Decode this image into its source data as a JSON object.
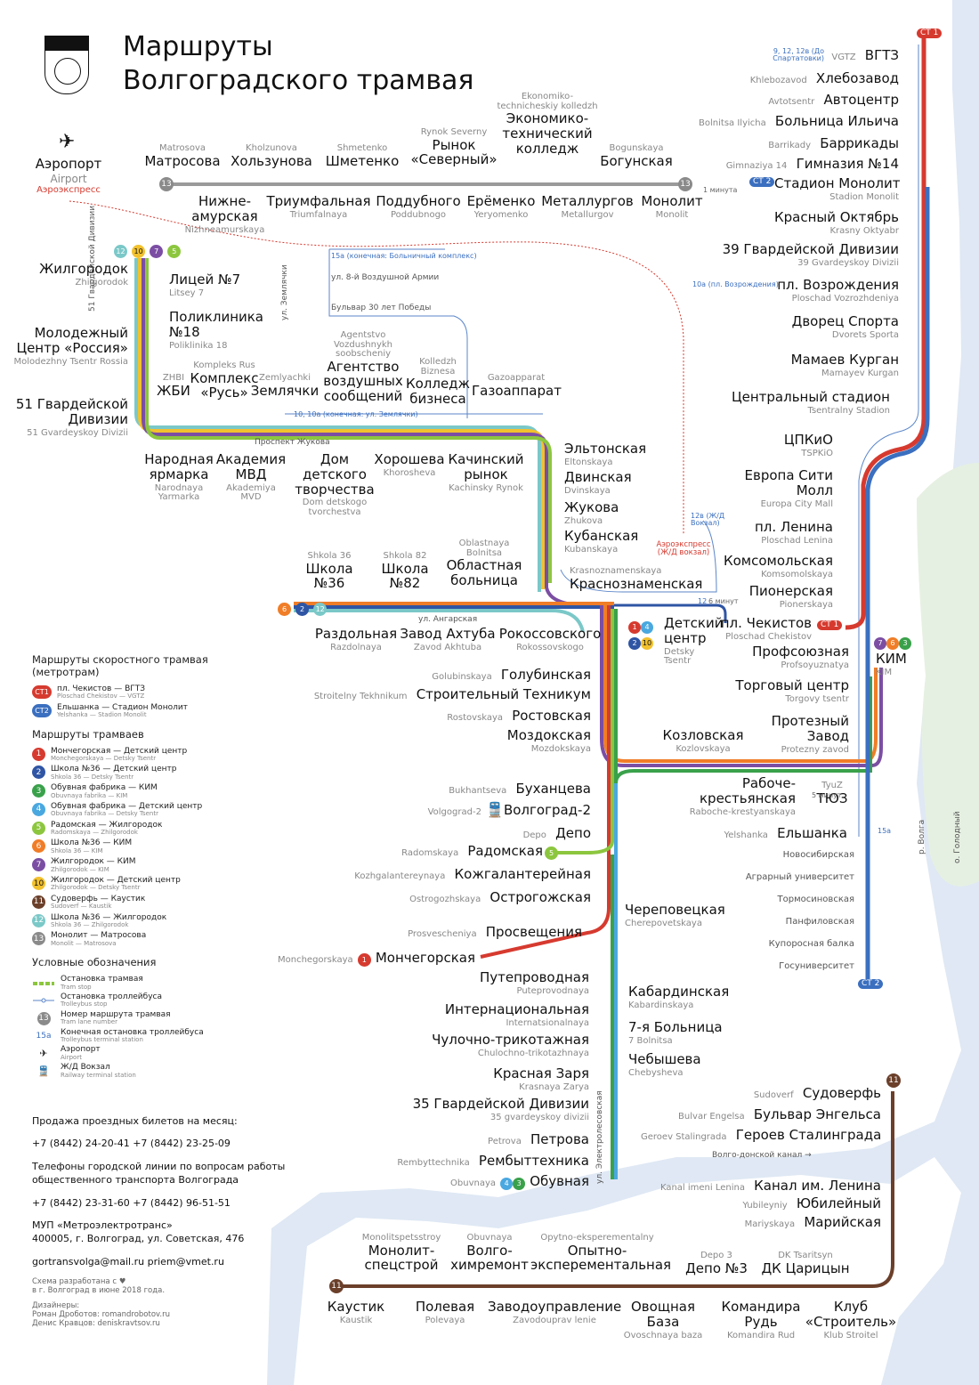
{
  "title": {
    "line1": "Маршруты",
    "line2": "Волгоградского трамвая"
  },
  "colors": {
    "r1": "#d63a2f",
    "r2": "#2f55a4",
    "r3": "#3aa14b",
    "r4": "#4aa8e0",
    "r5": "#8cc63f",
    "r6": "#f07d27",
    "r7": "#7b4ea3",
    "r10": "#f2c12e",
    "r11": "#6b3f2a",
    "r12": "#7bc8c8",
    "r13": "#8a8a8a",
    "ct1": "#d63a2f",
    "ct2": "#3b6fbf",
    "trolley": "#5b86c9",
    "river": "#dfe8f4",
    "airexp": "#d63a2f"
  },
  "airport": {
    "name": "Аэропорт",
    "lat": "Airport",
    "express": "Аэроэкспресс"
  },
  "stations": [
    {
      "id": "matrosova",
      "name": "Матросова",
      "lat": "Matrosova"
    },
    {
      "id": "kholzunova",
      "name": "Хользунова",
      "lat": "Kholzunova"
    },
    {
      "id": "shmetenko",
      "name": "Шметенко",
      "lat": "Shmetenko"
    },
    {
      "id": "rynok",
      "name": "Рынок «Северный»",
      "lat": "Rynok Severny"
    },
    {
      "id": "ekonom",
      "name": "Экономико-технический колледж",
      "lat": "Ekonomiko-technicheskiy kolledzh"
    },
    {
      "id": "bogunskaya",
      "name": "Богунская",
      "lat": "Bogunskaya"
    },
    {
      "id": "nizhne",
      "name": "Нижне-амурская",
      "lat": "Nizhneamurskaya"
    },
    {
      "id": "triumf",
      "name": "Триумфальная",
      "lat": "Triumfalnaya"
    },
    {
      "id": "poddub",
      "name": "Поддубного",
      "lat": "Poddubnogo"
    },
    {
      "id": "yerem",
      "name": "Ерёменко",
      "lat": "Yeryomenko"
    },
    {
      "id": "metall",
      "name": "Металлургов",
      "lat": "Metallurgov"
    },
    {
      "id": "monolit",
      "name": "Монолит",
      "lat": "Monolit"
    },
    {
      "id": "zhilgorodok",
      "name": "Жилгородок",
      "lat": "Zhilgorodok"
    },
    {
      "id": "litsey",
      "name": "Лицей №7",
      "lat": "Litsey 7"
    },
    {
      "id": "poliklin",
      "name": "Поликлиника №18",
      "lat": "Poliklinika 18"
    },
    {
      "id": "molod",
      "name": "Молодежный Центр «Россия»",
      "lat": "Molodezhny Tsentr Rossia"
    },
    {
      "id": "gv51",
      "name": "51 Гвардейской Дивизии",
      "lat": "51 Gvardeyskoy Divizii"
    },
    {
      "id": "zhbi",
      "name": "ЖБИ",
      "lat": "ZHBI"
    },
    {
      "id": "rus",
      "name": "Комплекс «Русь»",
      "lat": "Kompleks Rus"
    },
    {
      "id": "zemlyachki",
      "name": "Землячки",
      "lat": "Zemlyachki"
    },
    {
      "id": "agentstvo",
      "name": "Агентство воздушных сообщений",
      "lat": "Agentstvo Vozdushnykh soobscheniy"
    },
    {
      "id": "kolledzh",
      "name": "Колледж бизнеса",
      "lat": "Kolledzh Biznesa"
    },
    {
      "id": "gazo",
      "name": "Газоаппарат",
      "lat": "Gazoapparat"
    },
    {
      "id": "narod",
      "name": "Народная ярмарка",
      "lat": "Narodnaya Yarmarka"
    },
    {
      "id": "akad",
      "name": "Академия МВД",
      "lat": "Akademiya MVD"
    },
    {
      "id": "dom",
      "name": "Дом детского творчества",
      "lat": "Dom detskogo tvorchestva"
    },
    {
      "id": "khorosheva",
      "name": "Хорошева",
      "lat": "Khorosheva"
    },
    {
      "id": "kachin",
      "name": "Качинский рынок",
      "lat": "Kachinsky Rynok"
    },
    {
      "id": "elton",
      "name": "Эльтонская",
      "lat": "Eltonskaya"
    },
    {
      "id": "dvin",
      "name": "Двинская",
      "lat": "Dvinskaya"
    },
    {
      "id": "zhukova",
      "name": "Жукова",
      "lat": "Zhukova"
    },
    {
      "id": "kuban",
      "name": "Кубанская",
      "lat": "Kubanskaya"
    },
    {
      "id": "krasnozn",
      "name": "Краснознаменская",
      "lat": "Krasnoznamenskaya"
    },
    {
      "id": "shk36",
      "name": "Школа №36",
      "lat": "Shkola 36"
    },
    {
      "id": "shk82",
      "name": "Школа №82",
      "lat": "Shkola 82"
    },
    {
      "id": "oblast",
      "name": "Областная больница",
      "lat": "Oblastnaya Bolnitsa"
    },
    {
      "id": "razdol",
      "name": "Раздольная",
      "lat": "Razdolnaya"
    },
    {
      "id": "akhtuba",
      "name": "Завод Ахтуба",
      "lat": "Zavod Akhtuba"
    },
    {
      "id": "rokoss",
      "name": "Рокоссовского",
      "lat": "Rokossovskogo"
    },
    {
      "id": "detsky",
      "name": "Детский центр",
      "lat": "Detsky Tsentr"
    },
    {
      "id": "golub",
      "name": "Голубинская",
      "lat": "Golubinskaya"
    },
    {
      "id": "stroit",
      "name": "Строительный Техникум",
      "lat": "Stroitelny Tekhnikum"
    },
    {
      "id": "rostov",
      "name": "Ростовская",
      "lat": "Rostovskaya"
    },
    {
      "id": "mozdok",
      "name": "Моздокская",
      "lat": "Mozdokskaya"
    },
    {
      "id": "kozlov",
      "name": "Козловская",
      "lat": "Kozlovskaya"
    },
    {
      "id": "bukhan",
      "name": "Буханцева",
      "lat": "Bukhantseva"
    },
    {
      "id": "volg2",
      "name": "Волгоград-2",
      "lat": "Volgograd-2"
    },
    {
      "id": "depo",
      "name": "Депо",
      "lat": "Depo"
    },
    {
      "id": "radom",
      "name": "Радомская",
      "lat": "Radomskaya"
    },
    {
      "id": "kozh",
      "name": "Кожгалантерейная",
      "lat": "Kozhgalantereynaya"
    },
    {
      "id": "ostrog",
      "name": "Острогожская",
      "lat": "Ostrogozhskaya"
    },
    {
      "id": "cherep",
      "name": "Череповецкая",
      "lat": "Cherepovetskaya"
    },
    {
      "id": "prosv",
      "name": "Просвещения",
      "lat": "Prosvescheniya"
    },
    {
      "id": "monch",
      "name": "Мончегорская",
      "lat": "Monchegorskaya"
    },
    {
      "id": "puteprov",
      "name": "Путепроводная",
      "lat": "Puteprovodnaya"
    },
    {
      "id": "internat",
      "name": "Интернациональная",
      "lat": "Internatsionalnaya"
    },
    {
      "id": "chulok",
      "name": "Чулочно-трикотажная",
      "lat": "Chulochno-trikotazhnaya"
    },
    {
      "id": "krzarya",
      "name": "Красная Заря",
      "lat": "Krasnaya Zarya"
    },
    {
      "id": "gv35",
      "name": "35 Гвардейской Дивизии",
      "lat": "35 gvardeyskoy divizii"
    },
    {
      "id": "petrova",
      "name": "Петрова",
      "lat": "Petrova"
    },
    {
      "id": "rembyt",
      "name": "Рембыттехника",
      "lat": "Rembyttechnika"
    },
    {
      "id": "obuvnaya",
      "name": "Обувная",
      "lat": "Obuvnaya"
    },
    {
      "id": "kabard",
      "name": "Кабардинская",
      "lat": "Kabardinskaya"
    },
    {
      "id": "b7",
      "name": "7-я Больница",
      "lat": "7 Bolnitsa"
    },
    {
      "id": "cheb",
      "name": "Чебышева",
      "lat": "Chebysheva"
    },
    {
      "id": "vgtz",
      "name": "ВГТЗ",
      "lat": "VGTZ"
    },
    {
      "id": "khleb",
      "name": "Хлебозавод",
      "lat": "Khlebozavod"
    },
    {
      "id": "avtots",
      "name": "Автоцентр",
      "lat": "Avtotsentr"
    },
    {
      "id": "bilich",
      "name": "Больница Ильича",
      "lat": "Bolnitsa Ilyicha"
    },
    {
      "id": "barrik",
      "name": "Баррикады",
      "lat": "Barrikady"
    },
    {
      "id": "gimn",
      "name": "Гимназия №14",
      "lat": "Gimnaziya 14"
    },
    {
      "id": "stmon",
      "name": "Стадион Монолит",
      "lat": "Stadion Monolit"
    },
    {
      "id": "kroct",
      "name": "Красный Октябрь",
      "lat": "Krasny Oktyabr"
    },
    {
      "id": "gv39",
      "name": "39 Гвардейской Дивизии",
      "lat": "39 Gvardeyskoy Divizii"
    },
    {
      "id": "vozr",
      "name": "пл. Возрождения",
      "lat": "Ploschad Vozrozhdeniya"
    },
    {
      "id": "dvorets",
      "name": "Дворец Спорта",
      "lat": "Dvorets Sporta"
    },
    {
      "id": "mamaev",
      "name": "Мамаев Курган",
      "lat": "Mamayev Kurgan"
    },
    {
      "id": "tsstad",
      "name": "Центральный стадион",
      "lat": "Tsentralny Stadion"
    },
    {
      "id": "tspkio",
      "name": "ЦПКиО",
      "lat": "TSPKiO"
    },
    {
      "id": "evropa",
      "name": "Европа Сити Молл",
      "lat": "Europa City Mall"
    },
    {
      "id": "lenina",
      "name": "пл. Ленина",
      "lat": "Ploschad Lenina"
    },
    {
      "id": "komsom",
      "name": "Комсомольская",
      "lat": "Komsomolskaya"
    },
    {
      "id": "pioner",
      "name": "Пионерская",
      "lat": "Pionerskaya"
    },
    {
      "id": "chekist",
      "name": "пл. Чекистов",
      "lat": "Ploschad Chekistov"
    },
    {
      "id": "profs",
      "name": "Профсоюзная",
      "lat": "Profsoyuznatya"
    },
    {
      "id": "kim",
      "name": "КИМ",
      "lat": "KIM"
    },
    {
      "id": "torg",
      "name": "Торговый центр",
      "lat": "Torgovy tsentr"
    },
    {
      "id": "protez",
      "name": "Протезный Завод",
      "lat": "Protezny zavod"
    },
    {
      "id": "raboche",
      "name": "Рабоче-крестьянская",
      "lat": "Raboche-krestyanskaya"
    },
    {
      "id": "tyuz",
      "name": "ТЮЗ",
      "lat": "TyuZ"
    },
    {
      "id": "elsh",
      "name": "Ельшанка",
      "lat": "Yelshanka"
    },
    {
      "id": "novosib",
      "name": "Новосибирская",
      "lat": ""
    },
    {
      "id": "agrar",
      "name": "Аграрный университет",
      "lat": ""
    },
    {
      "id": "tormos",
      "name": "Тормосиновская",
      "lat": ""
    },
    {
      "id": "panfil",
      "name": "Панфиловская",
      "lat": ""
    },
    {
      "id": "kuporos",
      "name": "Купоросная балка",
      "lat": ""
    },
    {
      "id": "gosuniv",
      "name": "Госуниверситет",
      "lat": ""
    },
    {
      "id": "sudoverf",
      "name": "Судоверфь",
      "lat": "Sudoverf"
    },
    {
      "id": "engels",
      "name": "Бульвар Энгельса",
      "lat": "Bulvar Engelsa"
    },
    {
      "id": "geroev",
      "name": "Героев Сталинграда",
      "lat": "Geroev Stalingrada"
    },
    {
      "id": "kanal",
      "name": "Канал им. Ленина",
      "lat": "Kanal imeni Lenina"
    },
    {
      "id": "yubil",
      "name": "Юбилейный",
      "lat": "Yubileyniy"
    },
    {
      "id": "mariy",
      "name": "Марийская",
      "lat": "Mariyskaya"
    },
    {
      "id": "monspets",
      "name": "Монолит-спецстрой",
      "lat": "Monolitspetsstroy"
    },
    {
      "id": "volgokh",
      "name": "Волго-химремонт",
      "lat": "Obuvnaya"
    },
    {
      "id": "opytno",
      "name": "Опытно-эксперементальная",
      "lat": "Opytno-eksperementalny"
    },
    {
      "id": "depo3",
      "name": "Депо №3",
      "lat": "Depo 3"
    },
    {
      "id": "dkts",
      "name": "ДК Царицын",
      "lat": "DK Tsaritsyn"
    },
    {
      "id": "kaustik",
      "name": "Каустик",
      "lat": "Kaustik"
    },
    {
      "id": "polevaya",
      "name": "Полевая",
      "lat": "Polevaya"
    },
    {
      "id": "zavod",
      "name": "Заводоуправление",
      "lat": "Zavodouprav lenie"
    },
    {
      "id": "ovosch",
      "name": "Овощная База",
      "lat": "Ovoschnaya baza"
    },
    {
      "id": "komrud",
      "name": "Командира Рудь",
      "lat": "Komandira Rud"
    },
    {
      "id": "klub",
      "name": "Клуб «Строитель»",
      "lat": "Klub Stroitel"
    }
  ],
  "street_labels": {
    "zhukova_prosp": "Проспект Жукова",
    "vozd_armii": "ул. 8-й Воздушной Армии",
    "bulvar30": "Бульвар 30 лет Победы",
    "zemlyachki_ul": "ул. Землячки",
    "gv51_ul": "51 Гвардейской Дивизии",
    "angarskaya": "ул. Ангарская",
    "elektrolesovskaya": "ул. Электролесовская",
    "volgodon": "Волго-донской канал →",
    "volga": "р. Волга",
    "golodny": "о. Голодный"
  },
  "trolley_notes": {
    "t9": "9, 12, 12в (До Спартатовки)",
    "t10a_vozr": "10а (пл. Возрождения)",
    "t15a_bolnich": "15а (конечная: Больничный комплекс)",
    "t10_zeml": "10, 10а (конечная: ул. Землячки)",
    "t12v": "12в (Ж/Д Вокзал)",
    "t12": "12",
    "t15a": "15а",
    "walk1": "1 минута",
    "walk6": "6 минут",
    "walk5": "5 минут",
    "aeroexp_vokzal": "Аэроэкспресс (Ж/Д вокзал)"
  },
  "legend": {
    "metro_title": "Маршруты скоростного трамвая (метротрам)",
    "ct1": {
      "text": "пл. Чекистов — ВГТЗ",
      "sub": "Ploschad Chekistov — VGTZ"
    },
    "ct2": {
      "text": "Ельшанка — Стадион Монолит",
      "sub": "Yelshanka — Stadion Monolit"
    },
    "tram_title": "Маршруты трамваев",
    "routes": [
      {
        "n": "1",
        "color": "#d63a2f",
        "text": "Мончегорская — Детский центр",
        "sub": "Monchegorskaya — Detsky Tsentr"
      },
      {
        "n": "2",
        "color": "#2f55a4",
        "text": "Школа №36 — Детский центр",
        "sub": "Shkola 36 — Detsky Tsentr"
      },
      {
        "n": "3",
        "color": "#3aa14b",
        "text": "Обувная фабрика — КИМ",
        "sub": "Obuvnaya fabrika — KIM"
      },
      {
        "n": "4",
        "color": "#4aa8e0",
        "text": "Обувная фабрика — Детский центр",
        "sub": "Obuvnaya fabrika — Detsky Tsentr"
      },
      {
        "n": "5",
        "color": "#8cc63f",
        "text": "Радомская — Жилгородок",
        "sub": "Radomskaya — Zhilgorodok"
      },
      {
        "n": "6",
        "color": "#f07d27",
        "text": "Школа №36 — КИМ",
        "sub": "Shkola 36 — KIM"
      },
      {
        "n": "7",
        "color": "#7b4ea3",
        "text": "Жилгородок — КИМ",
        "sub": "Zhilgorodok — KIM"
      },
      {
        "n": "10",
        "color": "#f2c12e",
        "text": "Жилгородок — Детский центр",
        "sub": "Zhilgorodok — Detsky Tsentr"
      },
      {
        "n": "11",
        "color": "#6b3f2a",
        "text": "Судоверфь — Каустик",
        "sub": "Sudoverf — Kaustik"
      },
      {
        "n": "12",
        "color": "#7bc8c8",
        "text": "Школа №36 — Жилгородок",
        "sub": "Shkola 36 — Zhilgorodok"
      },
      {
        "n": "13",
        "color": "#8a8a8a",
        "text": "Монолит — Матросова",
        "sub": "Monolit — Matrosova"
      }
    ],
    "symbols_title": "Условные обозначения",
    "symbols": [
      {
        "text": "Остановка трамвая",
        "sub": "Tram stop"
      },
      {
        "text": "Остановка троллейбуса",
        "sub": "Trolleybus stop"
      },
      {
        "text": "Номер маршрута трамвая",
        "sub": "Tram lane number"
      },
      {
        "text": "Конечная остановка троллейбуса",
        "sub": "Trolleybus terminal station"
      },
      {
        "text": "Аэропорт",
        "sub": "Airport"
      },
      {
        "text": "Ж/Д Вокзал",
        "sub": "Railway terminal station"
      }
    ]
  },
  "contacts": {
    "tickets_title": "Продажа проездных билетов на месяц:",
    "tickets_phones": "+7 (8442) 24-20-41    +7 (8442) 23-25-09",
    "hotline_title": "Телефоны городской линии по вопросам работы общественного транспорта Волгограда",
    "hotline_phones": "+7 (8442) 23-31-60    +7 (8442) 96-51-51",
    "org": "МУП «Метроэлектротранс»",
    "address": "400005, г. Волгоград, ул. Советская, 476",
    "emails": "gortransvolga@mail.ru    priem@vmet.ru",
    "credit1": "Схема разработана с ♥",
    "credit2": "в г. Волгоград в июне 2018 года.",
    "designers": "Дизайнеры:",
    "d1": "Роман Дроботов: romandrobotov.ru",
    "d2": "Денис Кравцов: deniskravtsov.ru"
  }
}
